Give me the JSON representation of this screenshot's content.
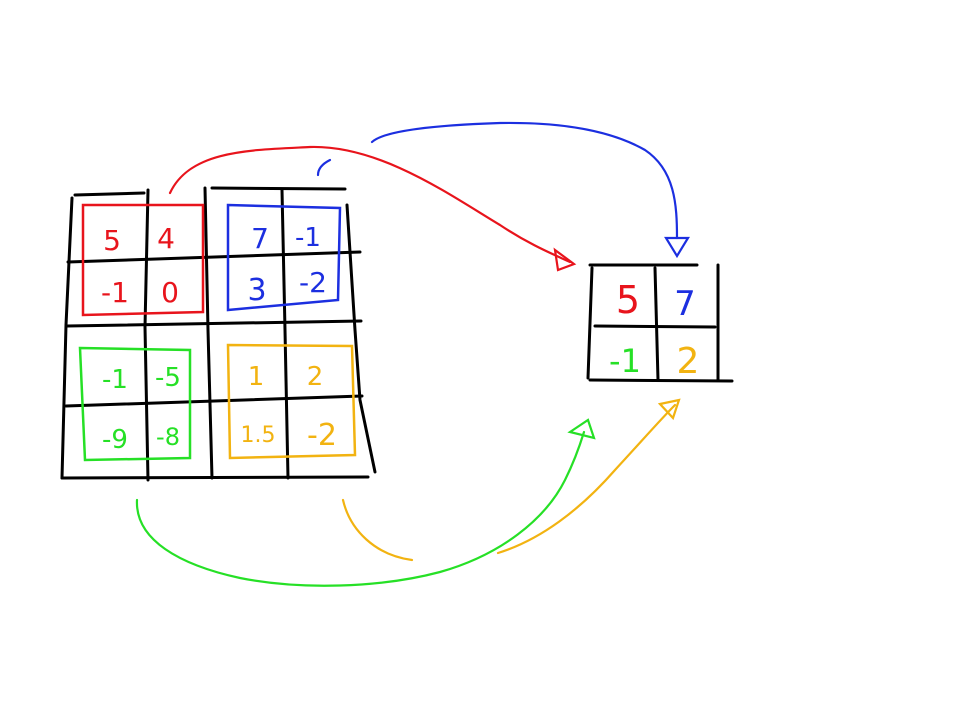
{
  "colors": {
    "red": "#e8141c",
    "blue": "#1c2fe0",
    "green": "#26e026",
    "yellow": "#f2b311",
    "grid": "#000000"
  },
  "input_matrix": {
    "top_left": {
      "r0c0": "5",
      "r0c1": "4",
      "r1c0": "-1",
      "r1c1": "0"
    },
    "top_right": {
      "r0c0": "7",
      "r0c1": "-1",
      "r1c0": "3",
      "r1c1": "-2"
    },
    "bottom_left": {
      "r0c0": "-1",
      "r0c1": "-5",
      "r1c0": "-9",
      "r1c1": "-8"
    },
    "bottom_right": {
      "r0c0": "1",
      "r0c1": "2",
      "r1c0": "1.5",
      "r1c1": "-2"
    }
  },
  "output_matrix": {
    "r0c0": "5",
    "r0c1": "7",
    "r1c0": "-1",
    "r1c1": "2"
  }
}
